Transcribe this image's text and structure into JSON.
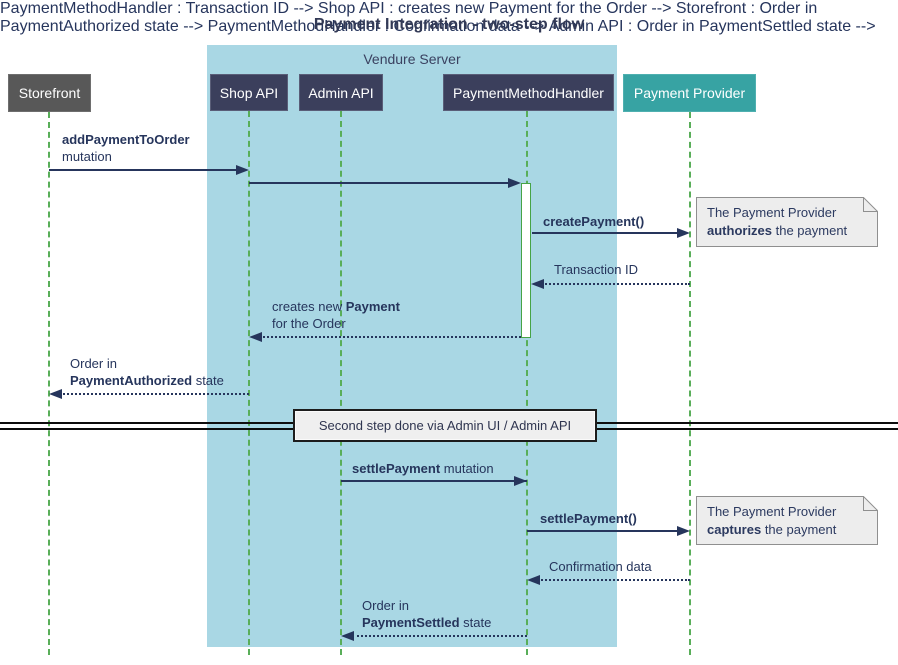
{
  "title": "Payment Integration - two-step flow",
  "container": {
    "label": "Vendure Server"
  },
  "participants": [
    {
      "name": "Storefront"
    },
    {
      "name": "Shop API"
    },
    {
      "name": "Admin API"
    },
    {
      "name": "PaymentMethodHandler"
    },
    {
      "name": "Payment Provider"
    }
  ],
  "messages": {
    "m1": {
      "bold": "addPaymentToOrder",
      "line2": "mutation"
    },
    "m3": {
      "bold": "createPayment()"
    },
    "m4": {
      "text": "Transaction ID"
    },
    "m5": {
      "pre": "creates new ",
      "bold": "Payment",
      "line2": "for the Order"
    },
    "m6": {
      "line1": "Order in",
      "bold": "PaymentAuthorized",
      "rest": " state"
    },
    "m7": {
      "bold": "settlePayment",
      "rest": " mutation"
    },
    "m8": {
      "bold": "settlePayment()"
    },
    "m9": {
      "text": "Confirmation data"
    },
    "m10": {
      "line1": "Order in",
      "bold": "PaymentSettled",
      "rest": " state"
    }
  },
  "notes": {
    "n1": {
      "line1": "The Payment Provider",
      "bold": "authorizes",
      "rest": " the payment"
    },
    "n2": {
      "line1": "The Payment Provider",
      "bold": "captures",
      "rest": " the payment"
    }
  },
  "divider": {
    "label": "Second step done via Admin UI / Admin API"
  },
  "colors": {
    "accent_navy": "#3b3f5c",
    "message_navy": "#26355c",
    "participant_gray": "#585858",
    "provider_teal": "#37a3a3",
    "server_background": "#a9d7e4",
    "lifeline_green": "#59ae59",
    "note_fill": "#ededed",
    "divider_fill": "#efefef"
  }
}
